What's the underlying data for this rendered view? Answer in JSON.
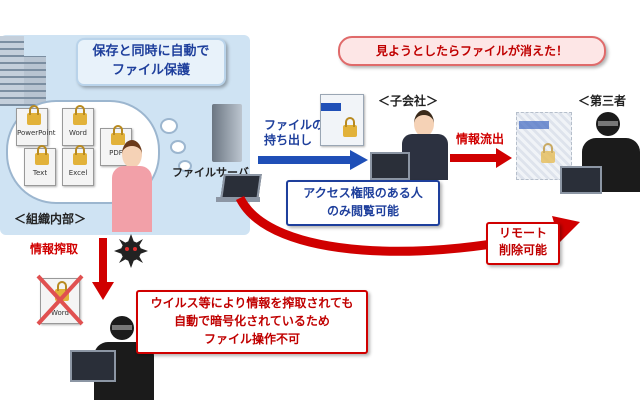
{
  "org": {
    "label": "＜組織内部＞",
    "callout_line1": "保存と同時に自動で",
    "callout_line2": "ファイル保護",
    "file_server_label": "ファイルサーバ",
    "docs": [
      {
        "label": "PowerPoint"
      },
      {
        "label": "Word"
      },
      {
        "label": "Text"
      },
      {
        "label": "Excel"
      },
      {
        "label": "PDF"
      }
    ]
  },
  "flow": {
    "takeout_line1": "ファイルの",
    "takeout_line2": "持ち出し",
    "access_line1": "アクセス権限のある人",
    "access_line2": "のみ閲覧可能",
    "leak_label": "情報流出",
    "remote_line1": "リモート",
    "remote_line2": "削除可能"
  },
  "subsidiary": {
    "label": "＜子会社＞"
  },
  "third_party": {
    "label": "＜第三者",
    "speech": "見ようとしたらファイルが消えた！"
  },
  "theft": {
    "label": "情報搾取",
    "doc_label": "Word",
    "line1": "ウイルス等により情報を搾取されても",
    "line2": "自動で暗号化されているため",
    "line3": "ファイル操作不可"
  },
  "colors": {
    "blue": "#1f4fb7",
    "red": "#d00000",
    "org_bg": "#cfe3f3"
  }
}
